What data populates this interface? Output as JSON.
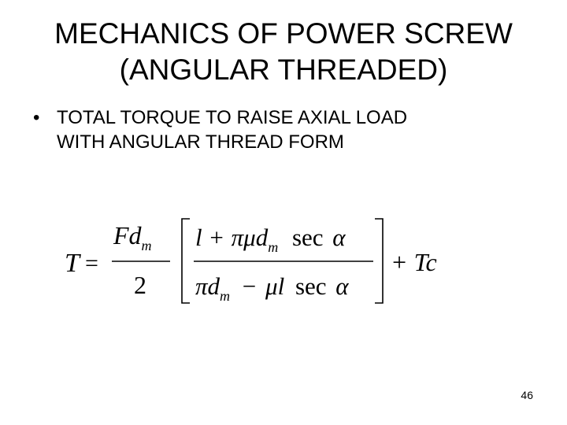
{
  "slide": {
    "title_line1": "MECHANICS OF POWER SCREW",
    "title_line2": "(ANGULAR THREADED)",
    "bullet_symbol": "•",
    "bullet_line1": "TOTAL TORQUE  TO RAISE AXIAL LOAD",
    "bullet_line2": "WITH ANGULAR THREAD FORM",
    "page_number": "46"
  },
  "formula": {
    "lhs": "T",
    "equals": "=",
    "frac1_num_main": "Fd",
    "frac1_num_sub": "m",
    "frac1_den": "2",
    "frac2_num_l": "l",
    "plus": "+",
    "pi": "π",
    "mu": "μ",
    "d": "d",
    "sub_m": "m",
    "sec": "sec",
    "alpha": "α",
    "minus": "−",
    "tail": "+ Tc"
  }
}
